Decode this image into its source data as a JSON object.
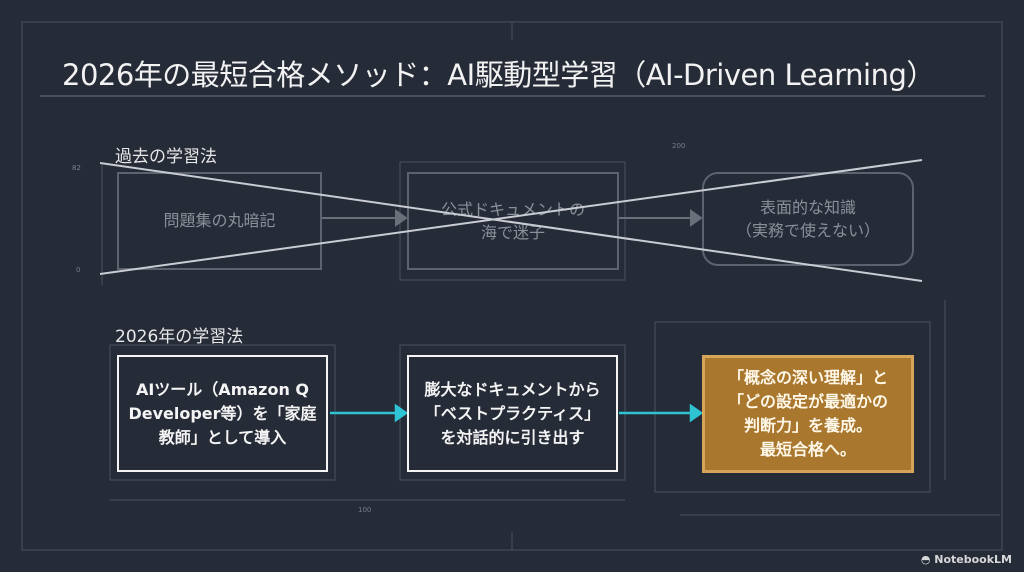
{
  "title": "2026年の最短合格メソッド：AI駆動型学習（AI-Driven Learning）",
  "past": {
    "label": "過去の学習法",
    "steps": [
      {
        "text": "問題集の丸暗記"
      },
      {
        "text": "公式ドキュメントの\n海で迷子"
      },
      {
        "text": "表面的な知識\n（実務で使えない）"
      }
    ]
  },
  "future": {
    "label": "2026年の学習法",
    "steps": [
      {
        "text": "AIツール（Amazon Q\nDeveloper等）を「家庭\n教師」として導入"
      },
      {
        "text": "膨大なドキュメントから\n「ベストプラクティス」\nを対話的に引き出す"
      },
      {
        "text": "「概念の深い理解」と\n「どの設定が最適かの\n判断力」を養成。\n最短合格へ。"
      }
    ]
  },
  "dims": {
    "a": "82",
    "b": "0",
    "c": "200",
    "d": "100"
  },
  "brand": "NotebookLM",
  "colors": {
    "bg": "#262b38",
    "accent": "#2fc4d4",
    "gold": "#a9772e"
  }
}
